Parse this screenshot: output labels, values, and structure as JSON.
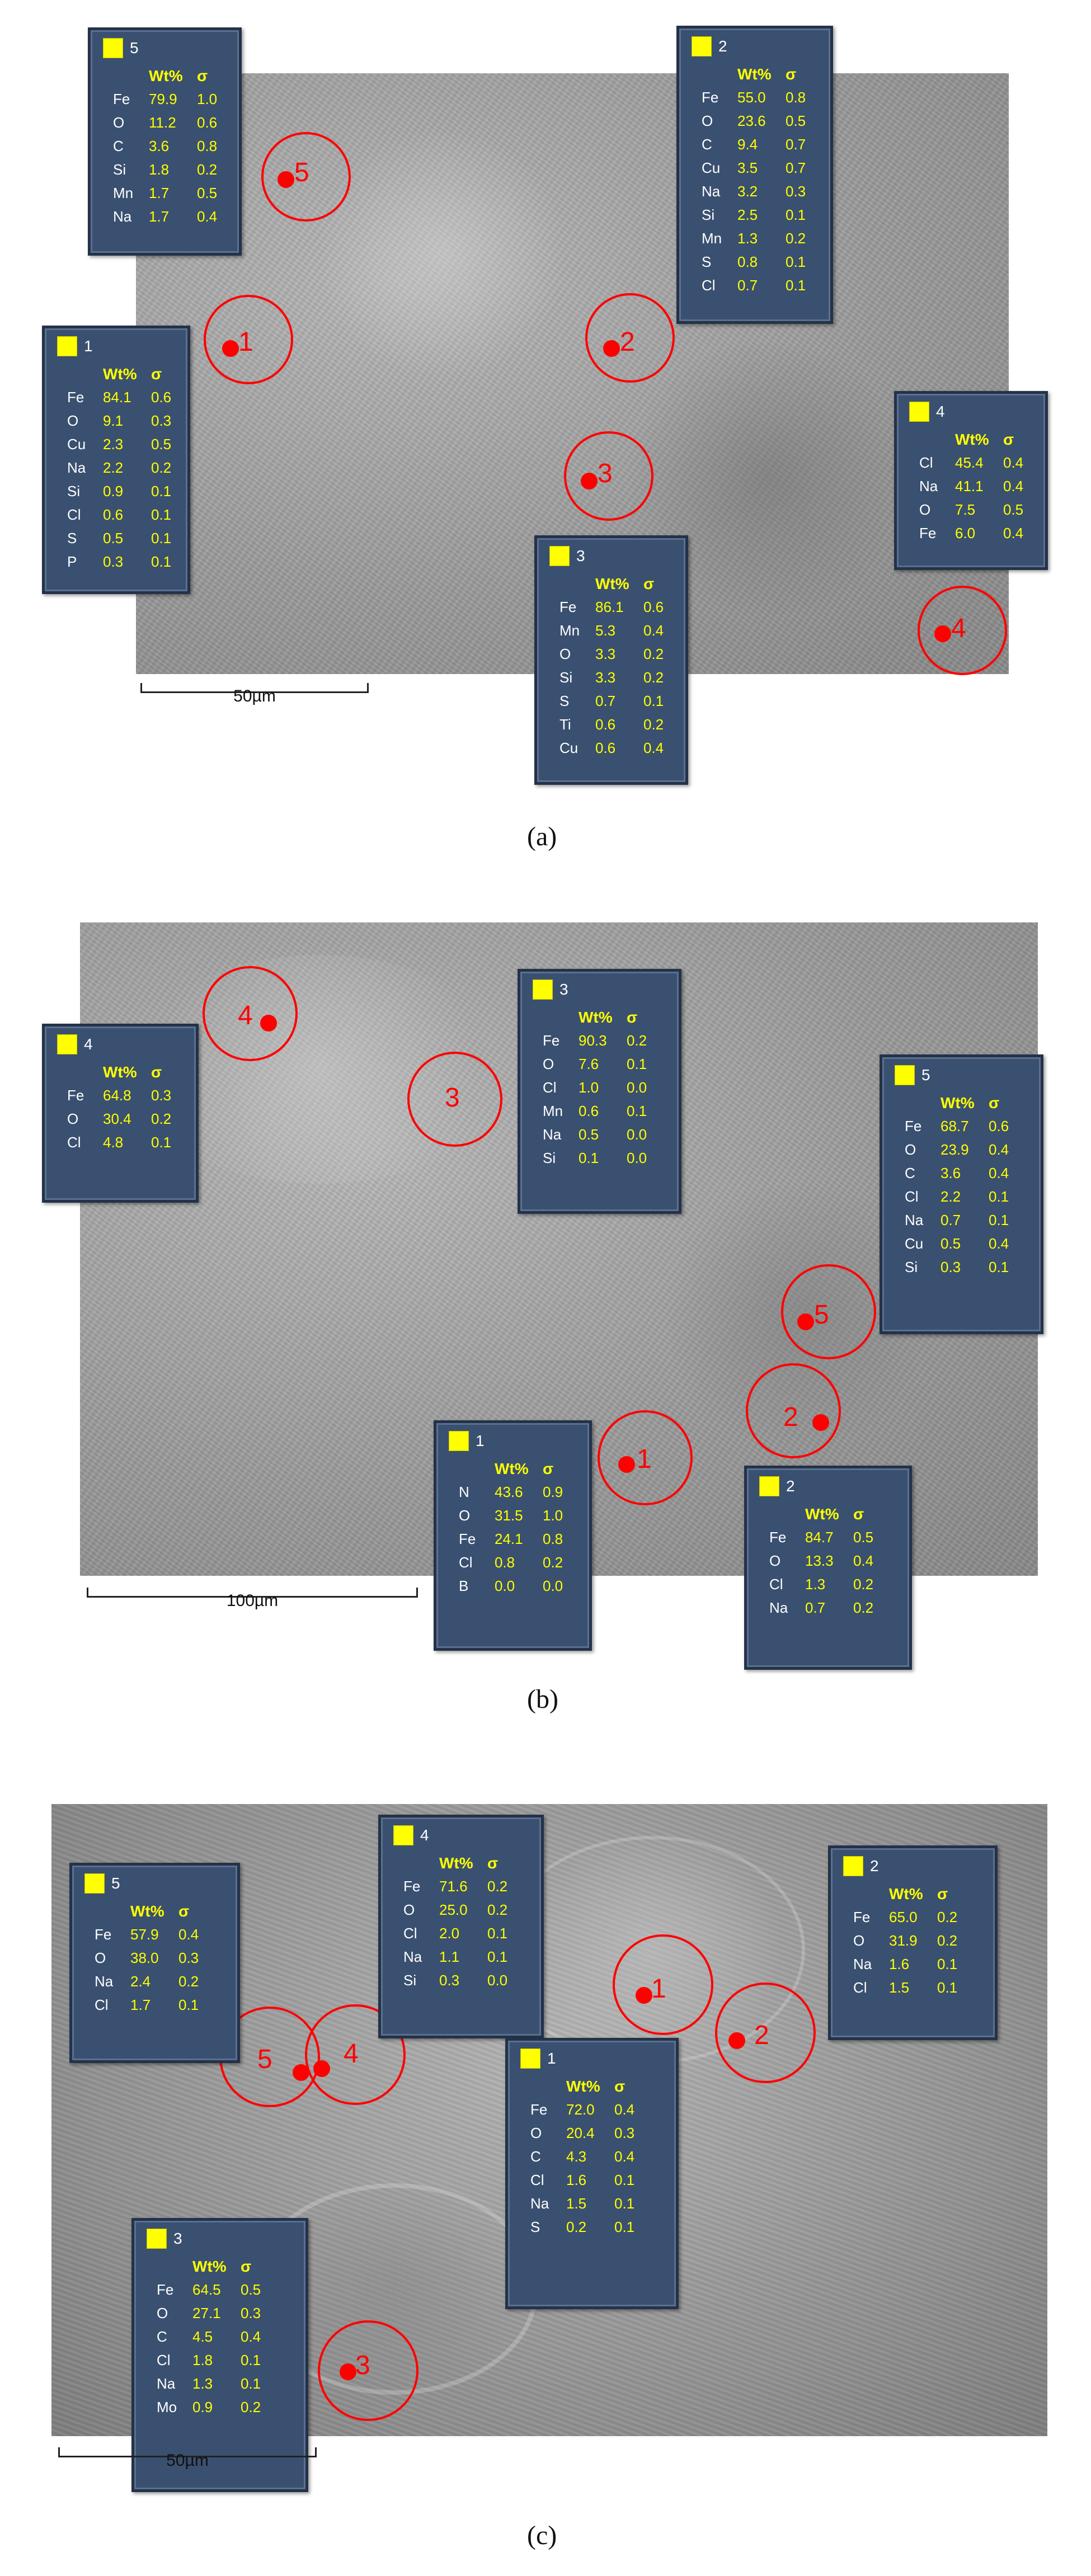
{
  "panels": [
    {
      "caption": "(a)",
      "scale": "50µm",
      "spots": [
        "1",
        "2",
        "3",
        "4",
        "5"
      ],
      "tables": [
        {
          "id": "5",
          "header": "Wt%",
          "sigma": "σ",
          "rows": [
            [
              "Fe",
              "79.9",
              "1.0"
            ],
            [
              "O",
              "11.2",
              "0.6"
            ],
            [
              "C",
              "3.6",
              "0.8"
            ],
            [
              "Si",
              "1.8",
              "0.2"
            ],
            [
              "Mn",
              "1.7",
              "0.5"
            ],
            [
              "Na",
              "1.7",
              "0.4"
            ]
          ]
        },
        {
          "id": "2",
          "header": "Wt%",
          "sigma": "σ",
          "rows": [
            [
              "Fe",
              "55.0",
              "0.8"
            ],
            [
              "O",
              "23.6",
              "0.5"
            ],
            [
              "C",
              "9.4",
              "0.7"
            ],
            [
              "Cu",
              "3.5",
              "0.7"
            ],
            [
              "Na",
              "3.2",
              "0.3"
            ],
            [
              "Si",
              "2.5",
              "0.1"
            ],
            [
              "Mn",
              "1.3",
              "0.2"
            ],
            [
              "S",
              "0.8",
              "0.1"
            ],
            [
              "Cl",
              "0.7",
              "0.1"
            ]
          ]
        },
        {
          "id": "1",
          "header": "Wt%",
          "sigma": "σ",
          "rows": [
            [
              "Fe",
              "84.1",
              "0.6"
            ],
            [
              "O",
              "9.1",
              "0.3"
            ],
            [
              "Cu",
              "2.3",
              "0.5"
            ],
            [
              "Na",
              "2.2",
              "0.2"
            ],
            [
              "Si",
              "0.9",
              "0.1"
            ],
            [
              "Cl",
              "0.6",
              "0.1"
            ],
            [
              "S",
              "0.5",
              "0.1"
            ],
            [
              "P",
              "0.3",
              "0.1"
            ]
          ]
        },
        {
          "id": "4",
          "header": "Wt%",
          "sigma": "σ",
          "rows": [
            [
              "Cl",
              "45.4",
              "0.4"
            ],
            [
              "Na",
              "41.1",
              "0.4"
            ],
            [
              "O",
              "7.5",
              "0.5"
            ],
            [
              "Fe",
              "6.0",
              "0.4"
            ]
          ]
        },
        {
          "id": "3",
          "header": "Wt%",
          "sigma": "σ",
          "rows": [
            [
              "Fe",
              "86.1",
              "0.6"
            ],
            [
              "Mn",
              "5.3",
              "0.4"
            ],
            [
              "O",
              "3.3",
              "0.2"
            ],
            [
              "Si",
              "3.3",
              "0.2"
            ],
            [
              "S",
              "0.7",
              "0.1"
            ],
            [
              "Ti",
              "0.6",
              "0.2"
            ],
            [
              "Cu",
              "0.6",
              "0.4"
            ]
          ]
        }
      ]
    },
    {
      "caption": "(b)",
      "scale": "100µm",
      "spots": [
        "1",
        "2",
        "3",
        "4",
        "5"
      ],
      "tables": [
        {
          "id": "4",
          "header": "Wt%",
          "sigma": "σ",
          "rows": [
            [
              "Fe",
              "64.8",
              "0.3"
            ],
            [
              "O",
              "30.4",
              "0.2"
            ],
            [
              "Cl",
              "4.8",
              "0.1"
            ]
          ]
        },
        {
          "id": "3",
          "header": "Wt%",
          "sigma": "σ",
          "rows": [
            [
              "Fe",
              "90.3",
              "0.2"
            ],
            [
              "O",
              "7.6",
              "0.1"
            ],
            [
              "Cl",
              "1.0",
              "0.0"
            ],
            [
              "Mn",
              "0.6",
              "0.1"
            ],
            [
              "Na",
              "0.5",
              "0.0"
            ],
            [
              "Si",
              "0.1",
              "0.0"
            ]
          ]
        },
        {
          "id": "5",
          "header": "Wt%",
          "sigma": "σ",
          "rows": [
            [
              "Fe",
              "68.7",
              "0.6"
            ],
            [
              "O",
              "23.9",
              "0.4"
            ],
            [
              "C",
              "3.6",
              "0.4"
            ],
            [
              "Cl",
              "2.2",
              "0.1"
            ],
            [
              "Na",
              "0.7",
              "0.1"
            ],
            [
              "Cu",
              "0.5",
              "0.4"
            ],
            [
              "Si",
              "0.3",
              "0.1"
            ]
          ]
        },
        {
          "id": "1",
          "header": "Wt%",
          "sigma": "σ",
          "rows": [
            [
              "N",
              "43.6",
              "0.9"
            ],
            [
              "O",
              "31.5",
              "1.0"
            ],
            [
              "Fe",
              "24.1",
              "0.8"
            ],
            [
              "Cl",
              "0.8",
              "0.2"
            ],
            [
              "B",
              "0.0",
              "0.0"
            ]
          ]
        },
        {
          "id": "2",
          "header": "Wt%",
          "sigma": "σ",
          "rows": [
            [
              "Fe",
              "84.7",
              "0.5"
            ],
            [
              "O",
              "13.3",
              "0.4"
            ],
            [
              "Cl",
              "1.3",
              "0.2"
            ],
            [
              "Na",
              "0.7",
              "0.2"
            ]
          ]
        }
      ]
    },
    {
      "caption": "(c)",
      "scale": "50µm",
      "spots": [
        "1",
        "2",
        "3",
        "4",
        "5"
      ],
      "tables": [
        {
          "id": "5",
          "header": "Wt%",
          "sigma": "σ",
          "rows": [
            [
              "Fe",
              "57.9",
              "0.4"
            ],
            [
              "O",
              "38.0",
              "0.3"
            ],
            [
              "Na",
              "2.4",
              "0.2"
            ],
            [
              "Cl",
              "1.7",
              "0.1"
            ]
          ]
        },
        {
          "id": "4",
          "header": "Wt%",
          "sigma": "σ",
          "rows": [
            [
              "Fe",
              "71.6",
              "0.2"
            ],
            [
              "O",
              "25.0",
              "0.2"
            ],
            [
              "Cl",
              "2.0",
              "0.1"
            ],
            [
              "Na",
              "1.1",
              "0.1"
            ],
            [
              "Si",
              "0.3",
              "0.0"
            ]
          ]
        },
        {
          "id": "2",
          "header": "Wt%",
          "sigma": "σ",
          "rows": [
            [
              "Fe",
              "65.0",
              "0.2"
            ],
            [
              "O",
              "31.9",
              "0.2"
            ],
            [
              "Na",
              "1.6",
              "0.1"
            ],
            [
              "Cl",
              "1.5",
              "0.1"
            ]
          ]
        },
        {
          "id": "1",
          "header": "Wt%",
          "sigma": "σ",
          "rows": [
            [
              "Fe",
              "72.0",
              "0.4"
            ],
            [
              "O",
              "20.4",
              "0.3"
            ],
            [
              "C",
              "4.3",
              "0.4"
            ],
            [
              "Cl",
              "1.6",
              "0.1"
            ],
            [
              "Na",
              "1.5",
              "0.1"
            ],
            [
              "S",
              "0.2",
              "0.1"
            ]
          ]
        },
        {
          "id": "3",
          "header": "Wt%",
          "sigma": "σ",
          "rows": [
            [
              "Fe",
              "64.5",
              "0.5"
            ],
            [
              "O",
              "27.1",
              "0.3"
            ],
            [
              "C",
              "4.5",
              "0.4"
            ],
            [
              "Cl",
              "1.8",
              "0.1"
            ],
            [
              "Na",
              "1.3",
              "0.1"
            ],
            [
              "Mo",
              "0.9",
              "0.2"
            ]
          ]
        }
      ]
    }
  ]
}
